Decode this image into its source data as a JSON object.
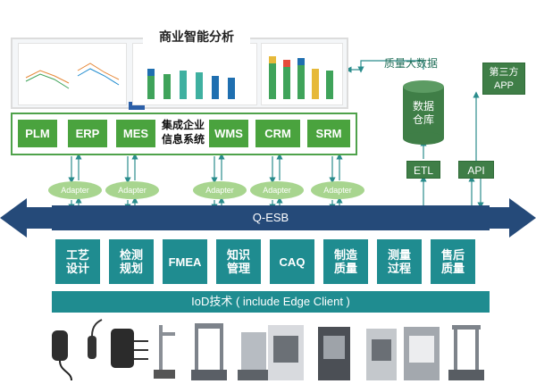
{
  "bi": {
    "title": "商业智能分析"
  },
  "systems": {
    "left": [
      "PLM",
      "ERP",
      "MES"
    ],
    "center_line1": "集成企业",
    "center_line2": "信息系统",
    "right": [
      "WMS",
      "CRM",
      "SRM"
    ]
  },
  "adapter_label": "Adapter",
  "quality_big_data": "质量大数据",
  "warehouse": {
    "line1": "数据",
    "line2": "仓库"
  },
  "etl": "ETL",
  "api": "API",
  "third_party_app": {
    "line1": "第三方",
    "line2": "APP"
  },
  "esb": "Q-ESB",
  "functions": [
    {
      "l1": "工艺",
      "l2": "设计"
    },
    {
      "l1": "检测",
      "l2": "规划"
    },
    {
      "l1": "FMEA",
      "l2": ""
    },
    {
      "l1": "知识",
      "l2": "管理"
    },
    {
      "l1": "CAQ",
      "l2": ""
    },
    {
      "l1": "制造",
      "l2": "质量"
    },
    {
      "l1": "测量",
      "l2": "过程"
    },
    {
      "l1": "售后",
      "l2": "质量"
    }
  ],
  "iod": "IoD技术 ( include Edge Client )",
  "colors": {
    "green": "#4aa33e",
    "teal": "#1f8c90",
    "navy": "#254a79",
    "adapter": "#a8d58f"
  }
}
